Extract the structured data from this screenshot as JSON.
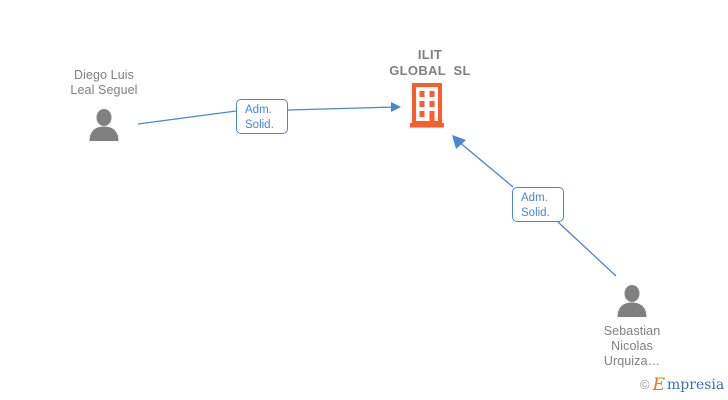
{
  "diagram": {
    "type": "relationship-graph",
    "background_color": "#ffffff",
    "company": {
      "name": "ILIT\nGLOBAL  SL",
      "name_line_1": "ILIT",
      "name_line_2": "GLOBAL  SL",
      "icon": "building-icon",
      "icon_color": "#f95e2c"
    },
    "people": [
      {
        "id": "person-left",
        "name": "Diego Luis\nLeal Seguel",
        "icon": "person-icon",
        "icon_color": "#808080",
        "text_color": "#808080"
      },
      {
        "id": "person-right",
        "name": "Sebastian\nNicolas\nUrquiza…",
        "icon": "person-icon",
        "icon_color": "#808080",
        "text_color": "#808080"
      }
    ],
    "relations": [
      {
        "id": "relation-1",
        "label": "Adm.\nSolid.",
        "from": "person-left",
        "to": "company",
        "color": "#4a86d6"
      },
      {
        "id": "relation-2",
        "label": "Adm.\nSolid.",
        "from": "person-right",
        "to": "company",
        "color": "#4a86d6"
      }
    ]
  },
  "watermark": {
    "copyright": "©",
    "brand_initial": "E",
    "brand_rest": "mpresia",
    "initial_color": "#f2711c",
    "rest_color": "#3a6fb5"
  }
}
